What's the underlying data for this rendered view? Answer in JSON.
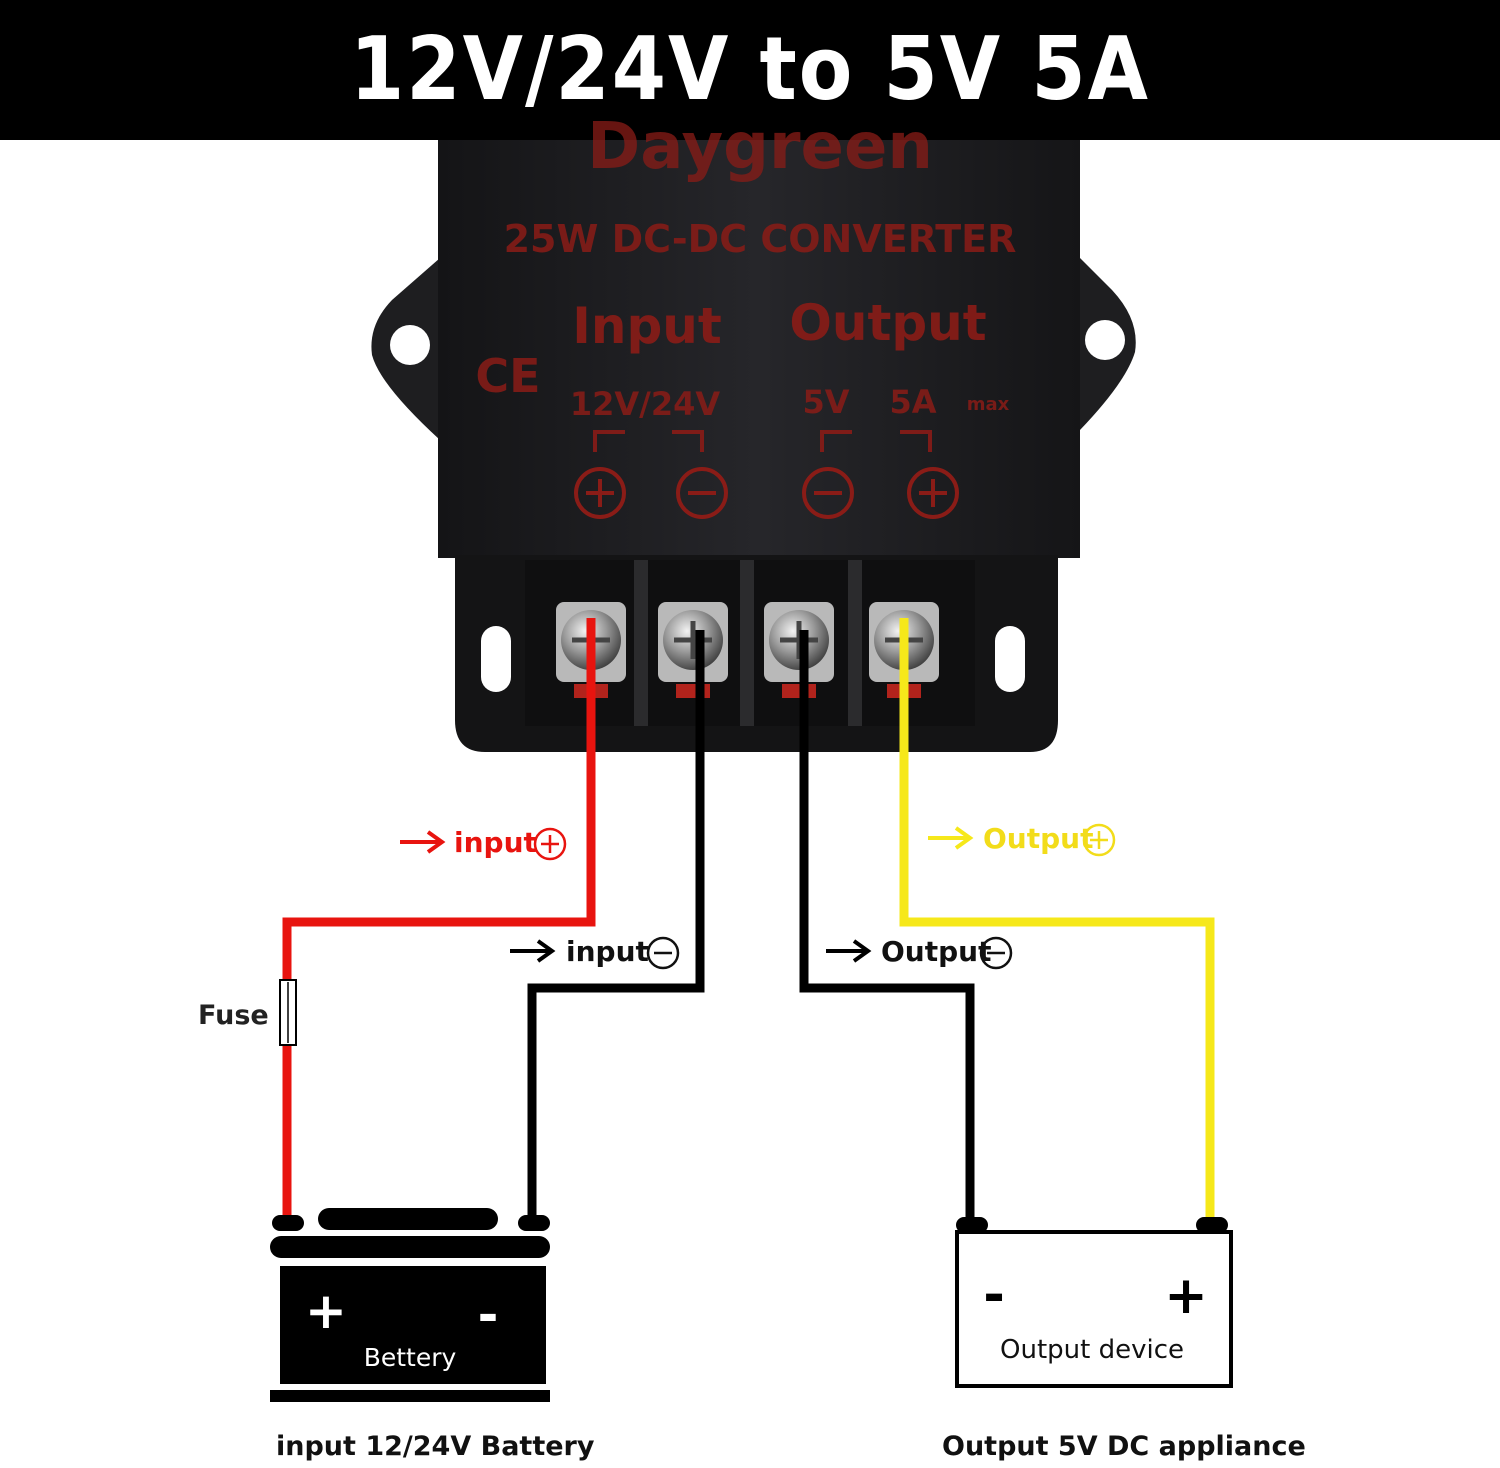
{
  "banner": {
    "title": "12V/24V to 5V 5A"
  },
  "converter": {
    "brand": "Daygreen",
    "model_text": "25W DC-DC CONVERTER",
    "input_label": "Input",
    "output_label": "Output",
    "ce_mark": "CE",
    "input_voltage": "12V/24V",
    "output_voltage": "5V",
    "output_current": "5A",
    "output_current_suffix": "max",
    "terminal_symbols": [
      "+",
      "-",
      "-",
      "+"
    ]
  },
  "wires": {
    "input_plus": "input",
    "input_minus": "input",
    "output_minus": "Output",
    "output_plus": "Output",
    "fuse": "Fuse"
  },
  "battery": {
    "plus": "+",
    "minus": "-",
    "label": "Bettery",
    "caption": "input 12/24V Battery"
  },
  "output_device": {
    "minus": "-",
    "plus": "+",
    "label": "Output device",
    "caption": "Output  5V  DC appliance"
  },
  "colors": {
    "red": "#e8140f",
    "yellow": "#f6e81a",
    "black": "#000000",
    "print": "#8a1c17",
    "case": "#1b1b1d"
  }
}
